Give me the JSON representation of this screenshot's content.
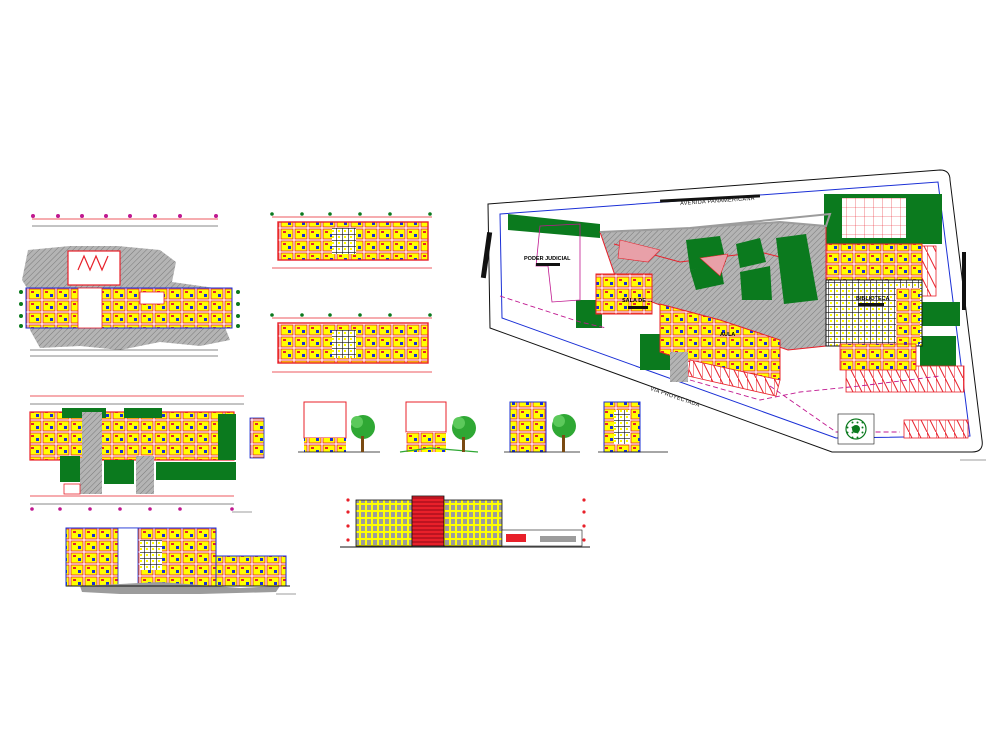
{
  "site_plan": {
    "road_north": "AVENIDA PANAMERICANA",
    "road_south": "VIA PROYECTADA",
    "building_left": "PODER JUDICIAL",
    "building_center": "SALA DE ...",
    "building_center_2": "AULA",
    "building_right": "BIBLIOTECA"
  },
  "colors": {
    "wall_red": "#e8202a",
    "fill_yellow": "#ffff00",
    "hatch_grey": "#9c9c9c",
    "lawn_green": "#0b7a1e",
    "axis_magenta": "#c01890",
    "blue_line": "#1a2fd6",
    "tree_green": "#2fa834"
  }
}
